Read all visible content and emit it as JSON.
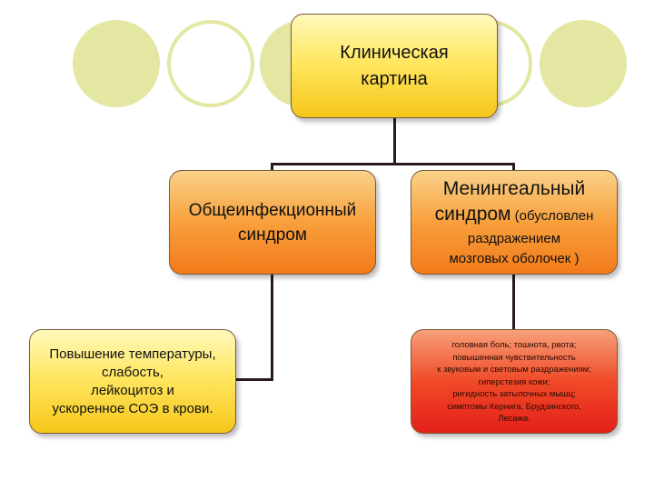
{
  "diagram": {
    "root": {
      "lines": [
        "Клиническая",
        "картина"
      ]
    },
    "general": {
      "lines": [
        "Общеинфекционный",
        "синдром"
      ]
    },
    "meningeal": {
      "line1": "Менингеальный",
      "line2_main": "синдром",
      "line2_small": " (обусловлен",
      "line3": "раздражением",
      "line4": "мозговых оболочек )"
    },
    "general_symptoms": {
      "lines": [
        "Повышение температуры,",
        "слабость,",
        "лейкоцитоз и",
        "ускоренное СОЭ в крови."
      ]
    },
    "meningeal_symptoms": {
      "lines": [
        "головная боль; тошнота, рвота;",
        "повышенная чувствительность",
        "к звуковым и световым раздражениям;",
        "гиперстезия кожи;",
        "ригидность затылочных мышц;",
        "симптомы Кернига, Брудзинского,",
        "Лесажа."
      ]
    }
  },
  "colors": {
    "circle": "#e3e7a1",
    "connector": "#2b1a1a",
    "yellow_box": "#ffe762",
    "orange_box": "#f8a03c",
    "red_box": "#f04a28"
  }
}
